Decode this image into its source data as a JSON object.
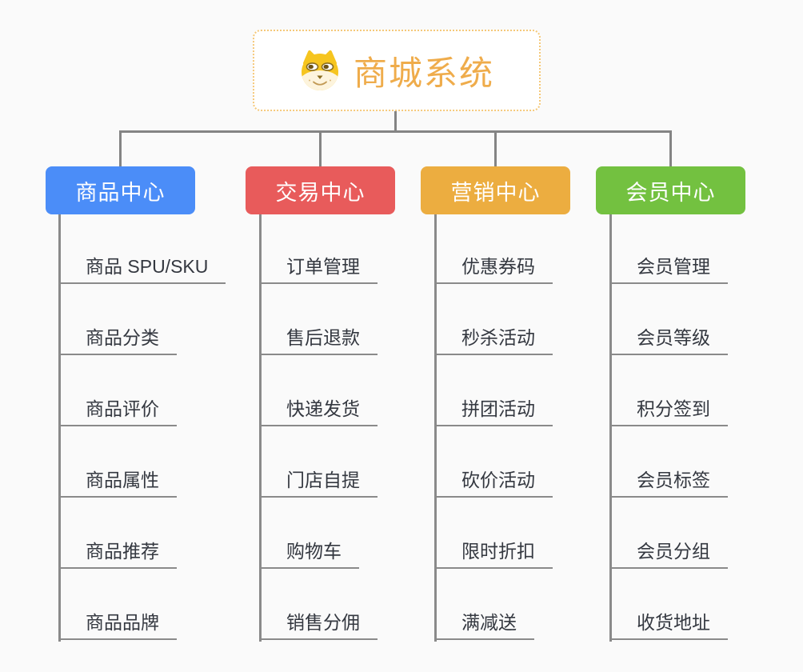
{
  "page": {
    "background": "#fafafa",
    "connector_color": "#848484"
  },
  "root": {
    "title": "商城系统",
    "icon": "doge-icon",
    "text_color": "#efac4b",
    "border_color": "#f5c879"
  },
  "branches": [
    {
      "label": "商品中心",
      "color": "#4b8df8",
      "items": [
        "商品 SPU/SKU",
        "商品分类",
        "商品评价",
        "商品属性",
        "商品推荐",
        "商品品牌"
      ]
    },
    {
      "label": "交易中心",
      "color": "#e85b5b",
      "items": [
        "订单管理",
        "售后退款",
        "快递发货",
        "门店自提",
        "购物车",
        "销售分佣"
      ]
    },
    {
      "label": "营销中心",
      "color": "#ecad40",
      "items": [
        "优惠券码",
        "秒杀活动",
        "拼团活动",
        "砍价活动",
        "限时折扣",
        "满减送"
      ]
    },
    {
      "label": "会员中心",
      "color": "#73c140",
      "items": [
        "会员管理",
        "会员等级",
        "积分签到",
        "会员标签",
        "会员分组",
        "收货地址"
      ]
    }
  ]
}
